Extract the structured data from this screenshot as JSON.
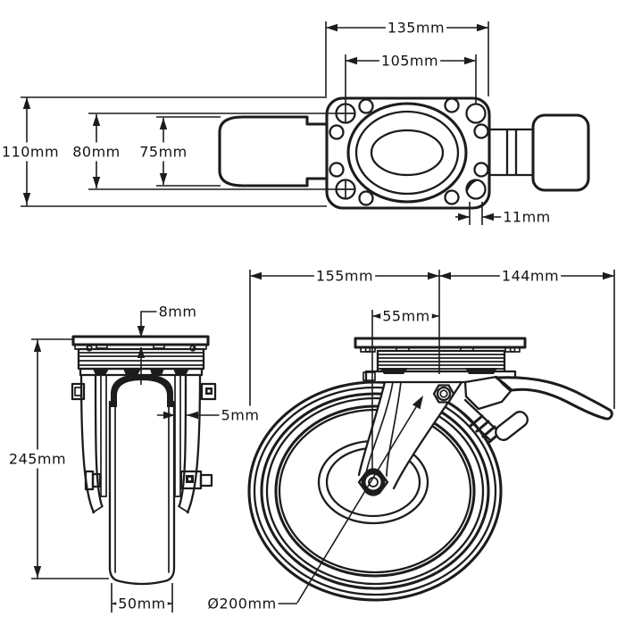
{
  "page": {
    "background": "#ffffff",
    "line_color": "#1c1c1c"
  },
  "views": {
    "top": {
      "dims": {
        "plate_length": "135mm",
        "bolt_pitch_length": "105mm",
        "plate_width": "110mm",
        "bolt_pitch_width": "80mm",
        "bracket_width": "75mm",
        "bolt_hole_diameter": "11mm"
      }
    },
    "front": {
      "dims": {
        "plate_thickness": "8mm",
        "overall_height": "245mm",
        "bracket_thickness": "5mm",
        "wheel_width": "50mm"
      }
    },
    "side": {
      "dims": {
        "swivel_length": "155mm",
        "brake_lever_length": "144mm",
        "axle_offset": "55mm",
        "wheel_diameter": "Ø200mm"
      }
    }
  }
}
